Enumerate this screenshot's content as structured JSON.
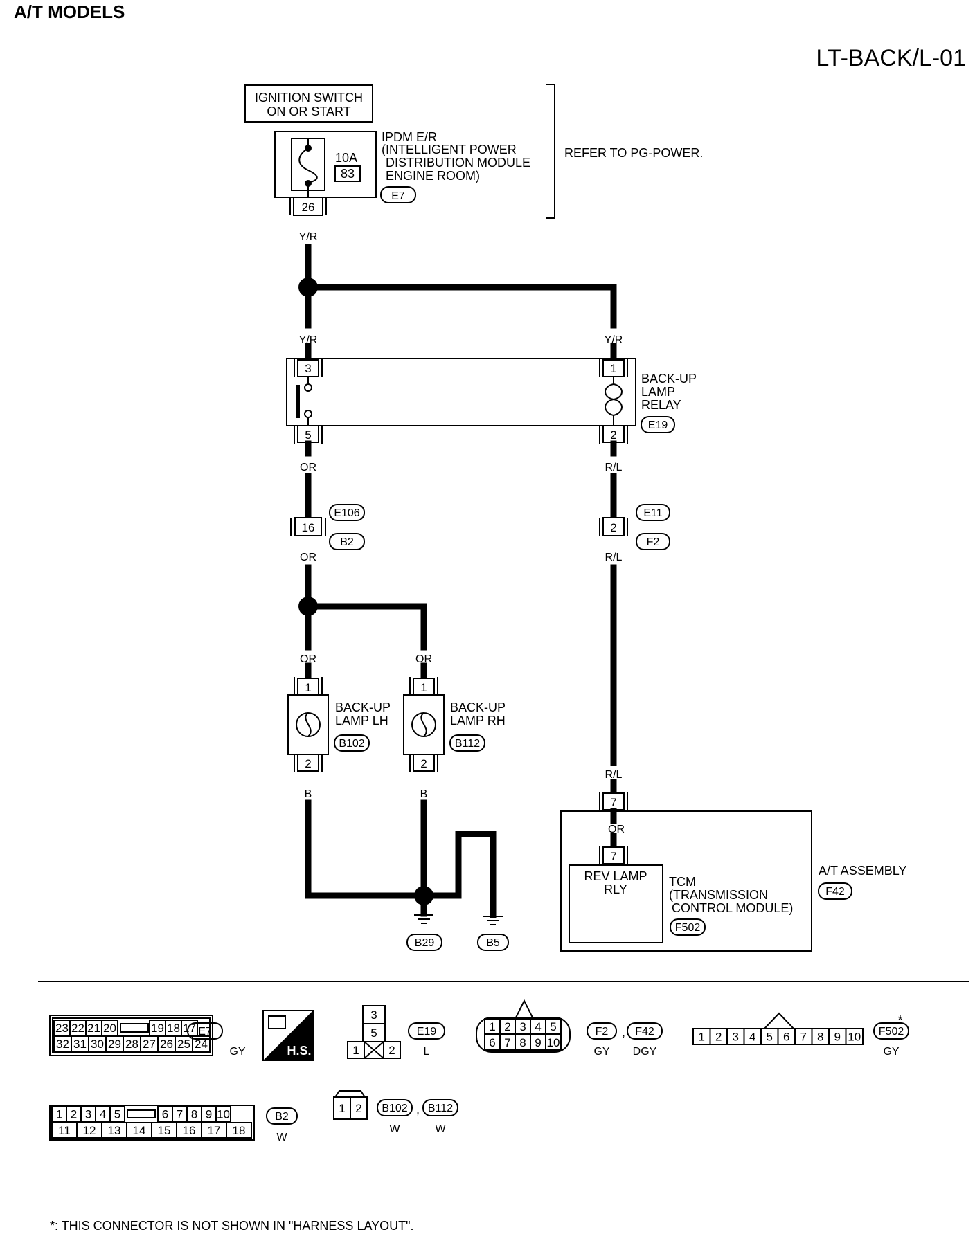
{
  "header": {
    "section": "A/T MODELS",
    "code": "LT-BACK/L-01"
  },
  "ignition": {
    "line1": "IGNITION SWITCH",
    "line2": "ON OR START"
  },
  "ipdm": {
    "fuse_amp": "10A",
    "fuse_no": "83",
    "line1": "IPDM E/R",
    "line2": "(INTELLIGENT POWER",
    "line3": "DISTRIBUTION MODULE",
    "line4": "ENGINE ROOM)",
    "connector": "E7",
    "terminal": "26",
    "note": "REFER TO PG-POWER."
  },
  "wires": {
    "yr": "Y/R",
    "or": "OR",
    "rl": "R/L",
    "b": "B"
  },
  "relay": {
    "line1": "BACK-UP",
    "line2": "LAMP",
    "line3": "RELAY",
    "connector": "E19",
    "t3": "3",
    "t5": "5",
    "t1": "1",
    "t2": "2"
  },
  "junctions": {
    "left_terminal": "16",
    "left_top": "E106",
    "left_bottom": "B2",
    "right_terminal": "2",
    "right_top": "E11",
    "right_bottom": "F2"
  },
  "lamp_lh": {
    "line1": "BACK-UP",
    "line2": "LAMP LH",
    "connector": "B102",
    "t1": "1",
    "t2": "2"
  },
  "lamp_rh": {
    "line1": "BACK-UP",
    "line2": "LAMP RH",
    "connector": "B112",
    "t1": "1",
    "t2": "2"
  },
  "grounds": {
    "g1": "B29",
    "g2": "B5"
  },
  "tcm": {
    "terminal_outer": "7",
    "terminal_inner": "7",
    "relay_line1": "REV LAMP",
    "relay_line2": "RLY",
    "line1": "TCM",
    "line2": "(TRANSMISSION",
    "line3": "CONTROL MODULE)",
    "connector": "F502",
    "assembly": "A/T ASSEMBLY",
    "assembly_connector": "F42"
  },
  "legend": {
    "e7": {
      "name": "E7",
      "color": "GY",
      "top": [
        "23",
        "22",
        "21",
        "20",
        "19",
        "18",
        "17"
      ],
      "bottom": [
        "32",
        "31",
        "30",
        "29",
        "28",
        "27",
        "26",
        "25",
        "24"
      ]
    },
    "hs": "H.S.",
    "e19": {
      "name": "E19",
      "color": "L",
      "pins": [
        "3",
        "5",
        "1",
        "2"
      ]
    },
    "f2": {
      "name": "F2",
      "color": "GY",
      "name2": "F42",
      "color2": "DGY",
      "sep": ",",
      "top": [
        "1",
        "2",
        "3",
        "4",
        "5"
      ],
      "bottom": [
        "6",
        "7",
        "8",
        "9",
        "10"
      ]
    },
    "f502": {
      "name": "F502",
      "color": "GY",
      "mark": "*",
      "pins": [
        "1",
        "2",
        "3",
        "4",
        "5",
        "6",
        "7",
        "8",
        "9",
        "10"
      ]
    },
    "b2": {
      "name": "B2",
      "color": "W",
      "top": [
        "1",
        "2",
        "3",
        "4",
        "5",
        "6",
        "7",
        "8",
        "9",
        "10"
      ],
      "bottom": [
        "11",
        "12",
        "13",
        "14",
        "15",
        "16",
        "17",
        "18"
      ]
    },
    "b102": {
      "name": "B102",
      "color": "W",
      "name2": "B112",
      "color2": "W",
      "sep": ",",
      "pins": [
        "1",
        "2"
      ]
    }
  },
  "footnote": "*: THIS CONNECTOR IS NOT SHOWN IN \"HARNESS LAYOUT\"."
}
